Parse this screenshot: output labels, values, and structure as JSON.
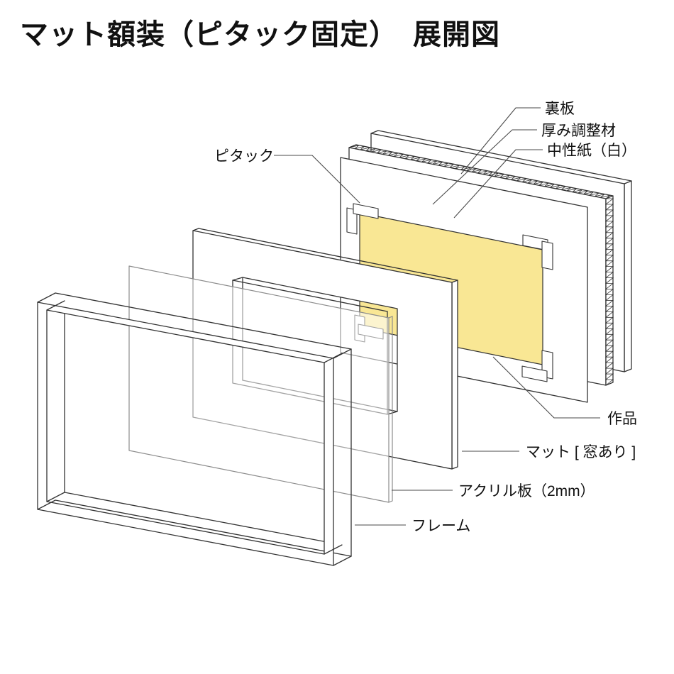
{
  "title": "マット額装（ピタック固定）　展開図",
  "labels": {
    "back_board": "裏板",
    "spacer": "厚み調整材",
    "neutral_paper": "中性紙（白）",
    "pitack": "ピタック",
    "artwork": "作品",
    "mat": "マット [ 窓あり ]",
    "acrylic": "アクリル板（2mm）",
    "frame": "フレーム"
  },
  "colors": {
    "artwork_yellow": "#F9E794",
    "line_stroke": "#333333",
    "acrylic_stroke": "#8c8c8c",
    "leader_stroke": "#4a4a4a",
    "text": "#111111",
    "background": "#ffffff"
  }
}
